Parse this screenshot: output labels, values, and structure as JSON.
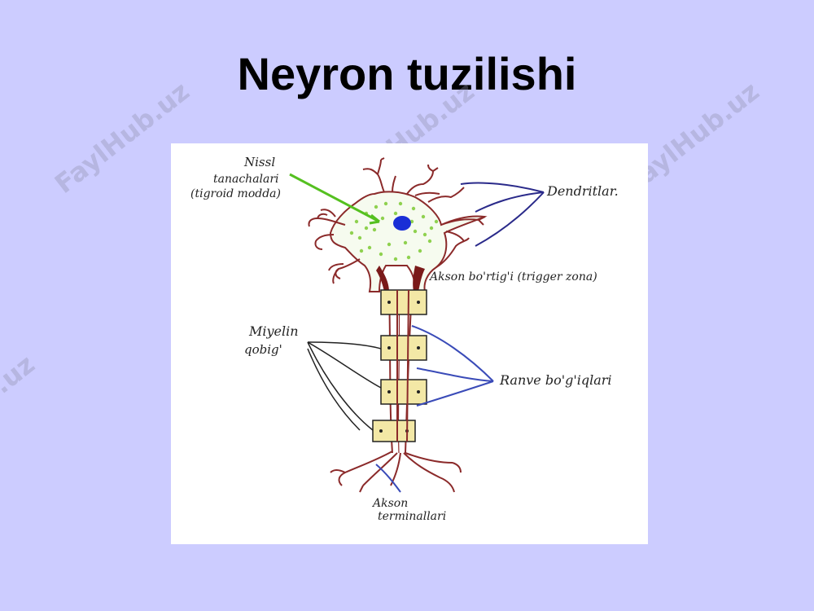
{
  "slide": {
    "title": "Neyron tuzilishi"
  },
  "watermark": "FaylHub.uz",
  "labels": {
    "nissl_1": "Nissl",
    "nissl_2": "tanachalari",
    "nissl_3": "(tigroid modda)",
    "dendrites": "Dendritlar.",
    "axon_hillock": "Akson bo'rtig'i (trigger zona)",
    "myelin_1": "Miyelin",
    "myelin_2": "qobig'",
    "ranvier": "Ranve bo'g'iqlari",
    "terminals_1": "Akson",
    "terminals_2": "terminallari"
  },
  "colors": {
    "background": "#ccccff",
    "neuron_outline": "#8b2a2a",
    "nissl_dots": "#8fd14f",
    "nucleus": "#1a2fd6",
    "myelin": "#f3e8a6",
    "dendrite_pointer": "#2a2a8a",
    "ranvier_pointer": "#3a4bb8",
    "nissl_pointer": "#55c020"
  }
}
